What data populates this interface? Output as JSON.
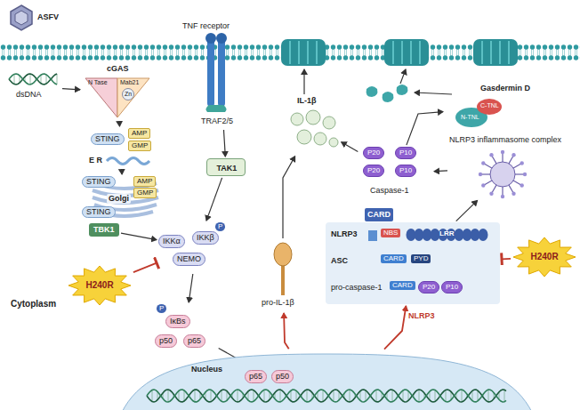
{
  "diagram": {
    "nodes": [
      {
        "text": [
          "ASFV"
        ]
      },
      {
        "text": [
          "dsDNA"
        ]
      },
      {
        "text": [
          "cGAS",
          "N Tase",
          "Mab21",
          "Zn"
        ]
      },
      {
        "text": [
          "STING",
          "AMP",
          "GMP",
          "E R"
        ]
      },
      {
        "text": [
          "STING",
          "AMP",
          "GMP",
          "Golgi",
          "STING"
        ]
      },
      {
        "text": [
          "TBK1"
        ]
      },
      {
        "text": [
          "TNF receptor"
        ]
      },
      {
        "text": [
          "TRAF2/5"
        ]
      },
      {
        "text": [
          "TAK1"
        ]
      },
      {
        "text": [
          "IKKα",
          "IKKβ",
          "P",
          "NEMO"
        ]
      },
      {
        "text": [
          "H240R"
        ]
      },
      {
        "text": [
          "P",
          "IκBs",
          "p50",
          "p65"
        ]
      },
      {
        "text": [
          "Nucleus"
        ]
      },
      {
        "text": [
          "p65",
          "p50"
        ],
        "in": 12
      },
      {
        "text": [
          "pro-IL-1β"
        ]
      },
      {
        "text": [
          "IL-1β"
        ]
      },
      {
        "text": [
          "P20",
          "P10",
          "P20",
          "P10",
          "Caspase-1"
        ]
      },
      {
        "text": [
          "CARD"
        ]
      },
      {
        "text": [
          "Gasdermin D",
          "C-TNL",
          "N-TNL"
        ]
      },
      {
        "text": [
          "NLRP3 inflammasome complex"
        ]
      },
      {
        "text": [
          "NLRP3",
          "NBS",
          "LRR",
          "ASC",
          "CARD",
          "PYD",
          "pro-caspase-1",
          "CARD",
          "P20",
          "P10"
        ]
      },
      {
        "text": [
          "H240R"
        ]
      }
    ],
    "edges": [
      {
        "from": 1,
        "to": 2,
        "arrow": "to"
      },
      {
        "from": 2,
        "to": 3,
        "arrow": "to"
      },
      {
        "from": 3,
        "to": 4,
        "arrow": "to"
      },
      {
        "from": 5,
        "to": 9,
        "arrow": "to"
      },
      {
        "from": 7,
        "to": 8,
        "arrow": "to"
      },
      {
        "from": 8,
        "to": 9,
        "arrow": "to"
      },
      {
        "from": 10,
        "to": 9,
        "arrow": "to"
      },
      {
        "from": 9,
        "to": 11,
        "arrow": "to"
      },
      {
        "from": 11,
        "to": 13,
        "arrow": "to"
      },
      {
        "from": 12,
        "to": 14,
        "arrow": "to"
      },
      {
        "from": 12,
        "to": 20,
        "label": "NLRP3",
        "arrow": "to"
      },
      {
        "from": 14,
        "to": 15,
        "arrow": "to"
      },
      {
        "from": 16,
        "to": 15,
        "arrow": "to"
      },
      {
        "from": 19,
        "to": 16,
        "arrow": "to"
      },
      {
        "from": 16,
        "to": 18,
        "arrow": "to"
      },
      {
        "from": 20,
        "to": 19,
        "arrow": "to"
      },
      {
        "from": 21,
        "to": 20,
        "arrow": "to"
      }
    ],
    "labels": [
      "Cytoplasm"
    ]
  }
}
